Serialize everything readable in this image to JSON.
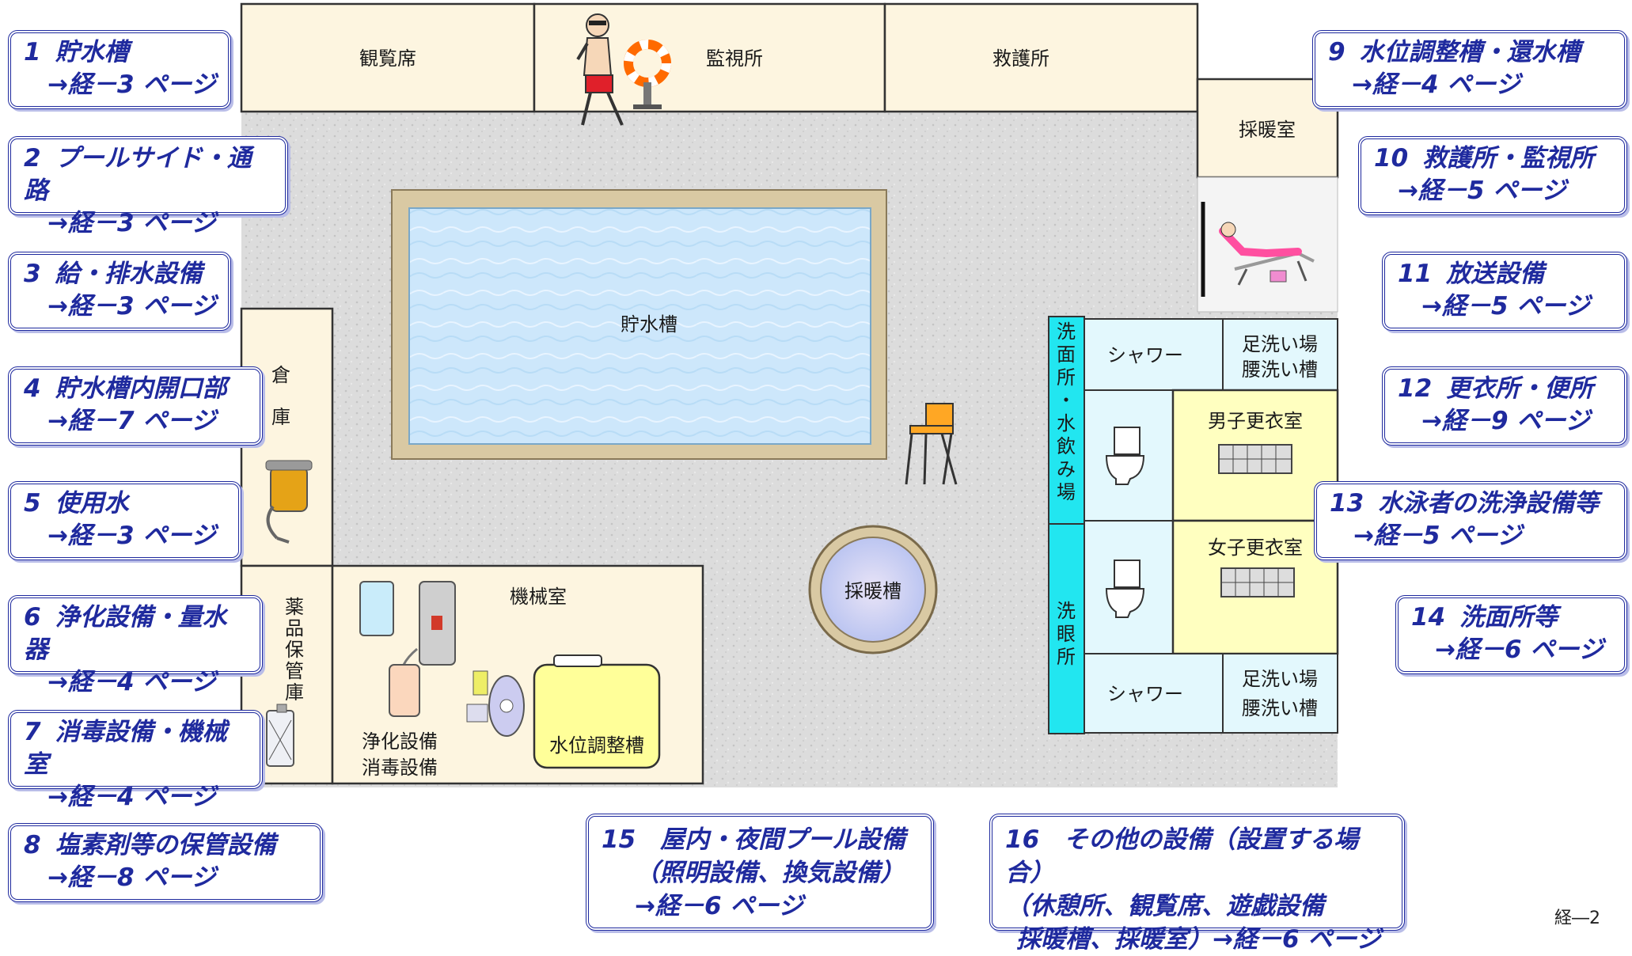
{
  "plan": {
    "rooms": {
      "kanranseki": "観覧席",
      "kanshijo": "監視所",
      "kyugojo": "救護所",
      "saidanshitsu": "採暖室",
      "chosuiso": "貯水槽",
      "sako": [
        "倉",
        "庫"
      ],
      "yakuhin": [
        "薬",
        "品",
        "保",
        "管",
        "庫"
      ],
      "kikaishitsu": "機械室",
      "jokasetsubi": "浄化設備",
      "shodokusetsubi": "消毒設備",
      "suiichoseiso": "水位調整槽",
      "saidanso": "採暖槽",
      "senmenjo_mizunomiba": [
        "洗",
        "面",
        "所",
        "・",
        "水",
        "飲",
        "み",
        "場"
      ],
      "senganjo": [
        "洗",
        "眼",
        "所"
      ],
      "shower_top": "シャワー",
      "shower_bottom": "シャワー",
      "ashiarai_top": "足洗い場",
      "koshiarai_top": "腰洗い槽",
      "ashiarai_bottom": "足洗い場",
      "koshiarai_bottom": "腰洗い槽",
      "danshi": "男子更衣室",
      "joshi": "女子更衣室"
    }
  },
  "nav": [
    {
      "num": "1",
      "title": "貯水槽",
      "ref": "→経－3 ページ"
    },
    {
      "num": "2",
      "title": "プールサイド・通路",
      "ref": "→経－3 ページ"
    },
    {
      "num": "3",
      "title": "給・排水設備",
      "ref": "→経－3 ページ"
    },
    {
      "num": "4",
      "title": "貯水槽内開口部",
      "ref": "→経－7 ページ"
    },
    {
      "num": "5",
      "title": "使用水",
      "ref": "→経－3 ページ"
    },
    {
      "num": "6",
      "title": "浄化設備・量水器",
      "ref": "→経－4 ページ"
    },
    {
      "num": "7",
      "title": "消毒設備・機械室",
      "ref": "→経－4 ページ"
    },
    {
      "num": "8",
      "title": "塩素剤等の保管設備",
      "ref": "→経－8 ページ"
    },
    {
      "num": "9",
      "title": "水位調整槽・還水槽",
      "ref": "→経－4 ページ"
    },
    {
      "num": "10",
      "title": "救護所・監視所",
      "ref": "→経－5 ページ"
    },
    {
      "num": "11",
      "title": "放送設備",
      "ref": "→経－5 ページ"
    },
    {
      "num": "12",
      "title": "更衣所・便所",
      "ref": "→経－9 ページ"
    },
    {
      "num": "13",
      "title": "水泳者の洗浄設備等",
      "ref": "→経－5 ページ"
    },
    {
      "num": "14",
      "title": "洗面所等",
      "ref": "→経－6 ページ"
    }
  ],
  "nav15": {
    "line1": "15　屋内・夜間プール設備",
    "line2": "（照明設備、換気設備）",
    "line3": "→経－6 ページ"
  },
  "nav16": {
    "line1": "16　その他の設備（設置する場合）",
    "line2": "（休憩所、観覧席、遊戯設備",
    "line3": "採暖槽、採暖室）→経－6 ページ"
  },
  "footer": "経―2",
  "colors": {
    "nav_border": "#1f2a9e",
    "cream": "#fdf5e0",
    "pool": "#cfe8fb",
    "cyan": "#22e6f0",
    "yellow": "#ffffc0",
    "pool_rim": "#d9c9a3"
  }
}
